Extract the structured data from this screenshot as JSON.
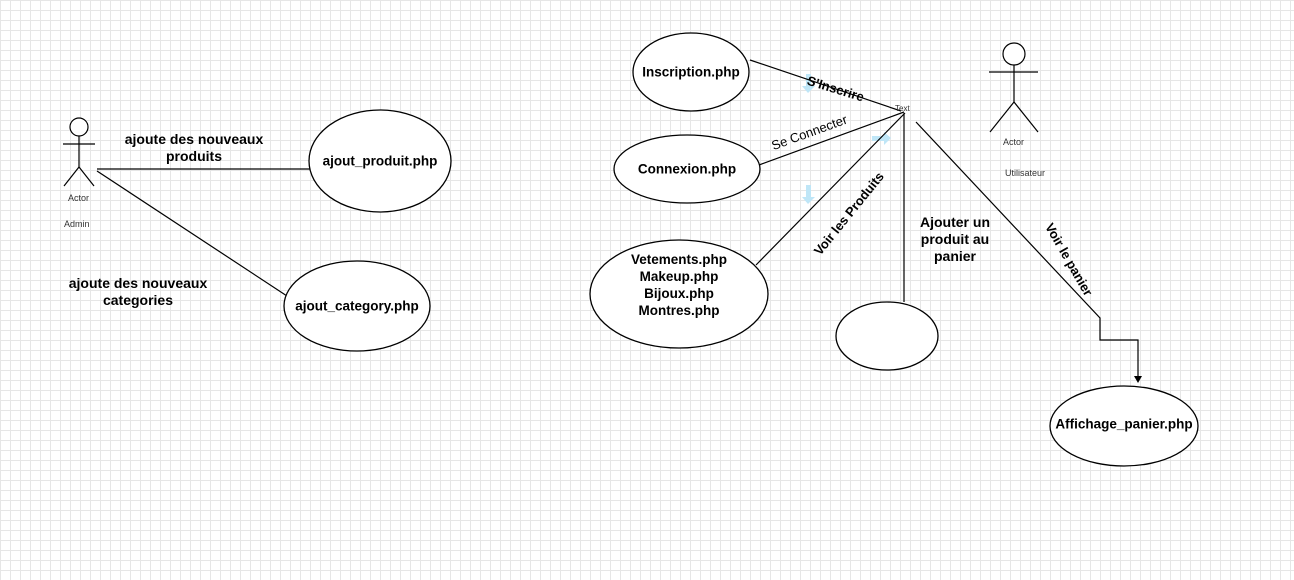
{
  "admin": {
    "actor_label": "Actor",
    "name": "Admin",
    "edge_label_1": "ajoute des nouveaux produits",
    "edge_label_1_line1": "ajoute des nouveaux",
    "edge_label_1_line2": "produits",
    "edge_label_2_line1": "ajoute des nouveaux",
    "edge_label_2_line2": "categories",
    "use_cases": {
      "ajout_produit": "ajout_produit.php",
      "ajout_category": "ajout_category.php"
    }
  },
  "utilisateur": {
    "actor_label": "Actor",
    "name": "Utilisateur",
    "junction_text": "Text",
    "edges": {
      "inscrire": "S'Inscrire",
      "connecter": "Se Connecter",
      "produits": "Voir les Produits",
      "ajouter_line1": "Ajouter un",
      "ajouter_line2": "produit au",
      "ajouter_line3": "panier",
      "panier": "Voir le panier"
    },
    "use_cases": {
      "inscription": "Inscription.php",
      "connexion": "Connexion.php",
      "products_line1": "Vetements.php",
      "products_line2": "Makeup.php",
      "products_line3": "Bijoux.php",
      "products_line4": "Montres.php",
      "empty": "",
      "affichage_panier": "Affichage_panier.php"
    }
  },
  "colors": {
    "stroke": "#000000",
    "grid": "#e6e6e6",
    "hint_arrow": "#bfe6f7"
  }
}
